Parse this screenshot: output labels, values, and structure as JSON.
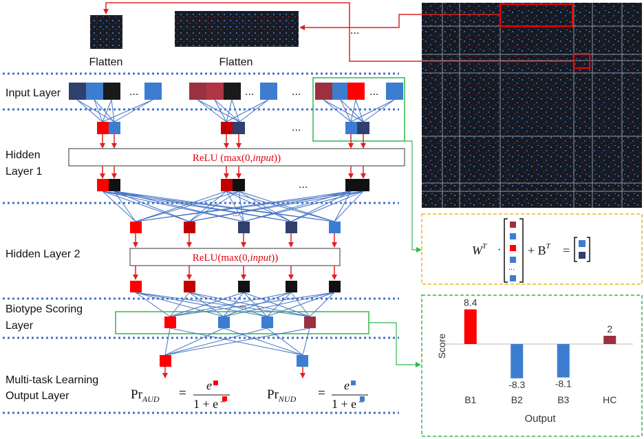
{
  "labels": {
    "flatten_1": "Flatten",
    "flatten_2": "Flatten",
    "input_layer": "Input Layer",
    "hidden_1_line1": "Hidden",
    "hidden_1_line2": "Layer 1",
    "hidden_2": "Hidden Layer 2",
    "biotype_line1": "Biotype Scoring",
    "biotype_line2": "Layer",
    "mtl_line1": "Multi-task Learning",
    "mtl_line2": "Output Layer",
    "ellipsis": "..."
  },
  "relu_1": {
    "prefix": "ReLU (max(0,",
    "var": "input",
    "suffix": "))"
  },
  "relu_2": {
    "prefix": "ReLU(max(0,",
    "var": "input",
    "suffix": "))"
  },
  "formulas": {
    "aud": {
      "pr": "Pr",
      "sub": "AUD",
      "num": "e",
      "den": "1 + e"
    },
    "nud": {
      "pr": "Pr",
      "sub": "NUD",
      "num": "e",
      "den": "1 + e"
    }
  },
  "equation": {
    "w": "W",
    "t": "T",
    "plus": "+ B",
    "eq": "="
  },
  "colors": {
    "red": "#ff0000",
    "darkred": "#c00000",
    "maroon": "#9b3040",
    "blue": "#3c7dd0",
    "navy": "#2f3f6e",
    "black": "#111111",
    "link": "#4472c4",
    "green_box": "#2eb84a",
    "orange_box": "#f0b41e",
    "arrow_red": "#e02020"
  },
  "chart_data": {
    "type": "bar",
    "categories": [
      "B1",
      "B2",
      "B3",
      "HC"
    ],
    "values": [
      8.4,
      -8.3,
      -8.1,
      2
    ],
    "value_labels": [
      "8.4",
      "-8.3",
      "-8.1",
      "2"
    ],
    "colors": [
      "#ff0000",
      "#3c7dd0",
      "#3c7dd0",
      "#9b3040"
    ],
    "xlabel": "Output",
    "ylabel": "Score",
    "ylim": [
      -10,
      10
    ]
  }
}
